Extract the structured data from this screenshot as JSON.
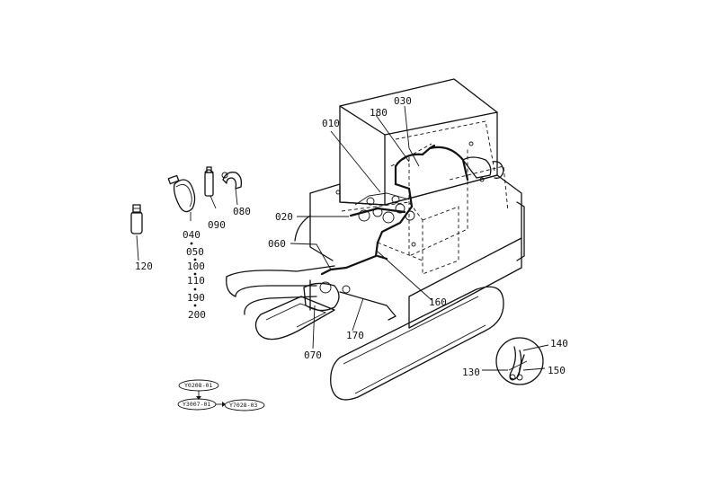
{
  "diagram": {
    "callouts": {
      "c010": "010",
      "c020": "020",
      "c030": "030",
      "c040": "040",
      "c050": "050",
      "c060": "060",
      "c070": "070",
      "c080": "080",
      "c090": "090",
      "c100": "100",
      "c110": "110",
      "c120": "120",
      "c130": "130",
      "c140": "140",
      "c150": "150",
      "c160": "160",
      "c170": "170",
      "c180": "180",
      "c190": "190",
      "c200": "200"
    },
    "reference_codes": {
      "top": "Y0208-01",
      "left": "Y3007-01",
      "right": "Y7028-03"
    }
  }
}
